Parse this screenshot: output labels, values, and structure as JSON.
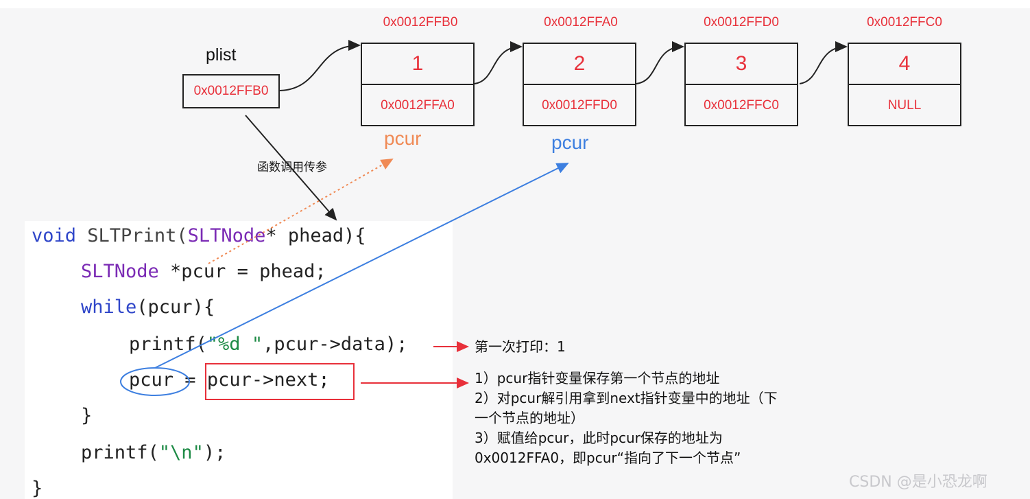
{
  "plist": {
    "label": "plist",
    "value": "0x0012FFB0"
  },
  "nodes": [
    {
      "address": "0x0012FFB0",
      "data": "1",
      "next": "0x0012FFA0"
    },
    {
      "address": "0x0012FFA0",
      "data": "2",
      "next": "0x0012FFD0"
    },
    {
      "address": "0x0012FFD0",
      "data": "3",
      "next": "0x0012FFC0"
    },
    {
      "address": "0x0012FFC0",
      "data": "4",
      "next": "NULL"
    }
  ],
  "pcur_labels": {
    "first": "pcur",
    "second": "pcur"
  },
  "call_label": "函数调用传参",
  "code": {
    "line1": {
      "kw": "void",
      "fn": " SLTPrint(",
      "ty": "SLTNode",
      "rest": "* phead){"
    },
    "line2": {
      "ty": "SLTNode",
      "rest": " *pcur = phead;"
    },
    "line3": {
      "kw": "while",
      "rest": "(pcur){"
    },
    "line4": {
      "pre": "printf(",
      "st": "\"%d \"",
      "rest": ",pcur->data);"
    },
    "line5": {
      "var": "pcur",
      "eq": " = ",
      "expr": "pcur->next;"
    },
    "line6": {
      "rest": "}"
    },
    "line7": {
      "pre": "printf(",
      "st": "\"\\n\"",
      "rest": ");"
    },
    "line8": {
      "rest": "}"
    }
  },
  "notes": {
    "first_print": "第一次打印：1",
    "step1": "1）pcur指针变量保存第一个节点的地址",
    "step2a": "2）对pcur解引用拿到next指针变量中的地址（下",
    "step2b": "一个节点的地址）",
    "step3a": "3）赋值给pcur，此时pcur保存的地址为",
    "step3b": "0x0012FFA0，即pcur“指向了下一个节点”"
  },
  "watermark": "CSDN @是小恐龙啊",
  "colors": {
    "red": "#e8303a",
    "orange": "#f08a55",
    "blue": "#3d7fe0",
    "black": "#222222"
  }
}
